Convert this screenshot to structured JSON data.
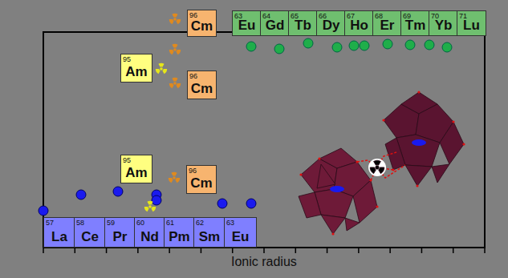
{
  "diagram": {
    "nodes": [
      {
        "text": [
          "63",
          "Eu"
        ]
      },
      {
        "text": [
          "64",
          "Gd"
        ]
      },
      {
        "text": [
          "65",
          "Tb"
        ]
      },
      {
        "text": [
          "66",
          "Dy"
        ]
      },
      {
        "text": [
          "67",
          "Ho"
        ]
      },
      {
        "text": [
          "68",
          "Er"
        ]
      },
      {
        "text": [
          "69",
          "Tm"
        ]
      },
      {
        "text": [
          "70",
          "Yb"
        ]
      },
      {
        "text": [
          "71",
          "Lu"
        ]
      },
      {
        "text": [
          "96",
          "Cm"
        ]
      },
      {
        "text": [
          "95",
          "Am"
        ]
      },
      {
        "text": [
          "96",
          "Cm"
        ]
      },
      {
        "text": [
          "95",
          "Am"
        ]
      },
      {
        "text": [
          "96",
          "Cm"
        ]
      },
      {
        "text": [
          "57",
          "La"
        ]
      },
      {
        "text": [
          "58",
          "Ce"
        ]
      },
      {
        "text": [
          "59",
          "Pr"
        ]
      },
      {
        "text": [
          "60",
          "Nd"
        ]
      },
      {
        "text": [
          "61",
          "Pm"
        ]
      },
      {
        "text": [
          "62",
          "Sm"
        ]
      },
      {
        "text": [
          "63",
          "Eu"
        ]
      }
    ],
    "labels": [
      "Ionic radius"
    ]
  }
}
